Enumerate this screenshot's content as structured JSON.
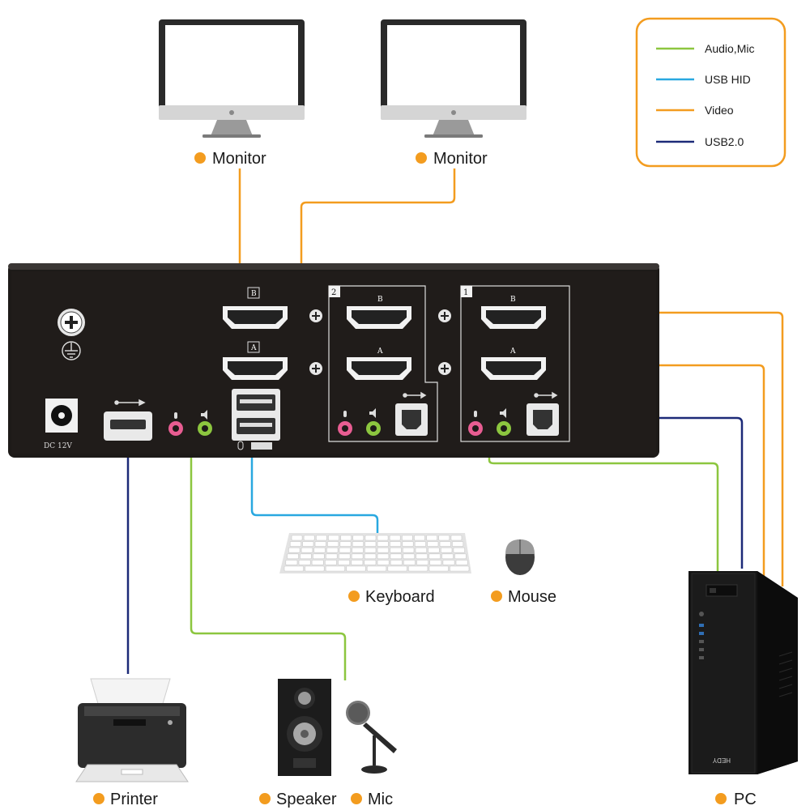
{
  "colors": {
    "audio_mic": "#8cc63f",
    "usb_hid": "#29a8e0",
    "video": "#f39c1f",
    "usb2": "#1c2a78",
    "dot": "#f39c1f",
    "panel": "#1d1a18"
  },
  "legend": [
    {
      "label": "Audio,Mic",
      "color": "#8cc63f"
    },
    {
      "label": "USB HID",
      "color": "#29a8e0"
    },
    {
      "label": "Video",
      "color": "#f39c1f"
    },
    {
      "label": "USB2.0",
      "color": "#1c2a78"
    }
  ],
  "devices": {
    "monitor_left": "Monitor",
    "monitor_right": "Monitor",
    "keyboard": "Keyboard",
    "mouse": "Mouse",
    "printer": "Printer",
    "speaker": "Speaker",
    "mic": "Mic",
    "pc": "PC"
  },
  "panel": {
    "power_label": "DC  12V",
    "port_group_2": "2",
    "port_group_1": "1",
    "port_b": "B",
    "port_a": "A",
    "pc_brand": "HEDY"
  },
  "icons": [
    "monitor-icon",
    "keyboard-icon",
    "mouse-icon",
    "printer-icon",
    "speaker-icon",
    "microphone-icon",
    "pc-tower-icon",
    "ground-icon",
    "usb-icon",
    "hdmi-port-icon"
  ]
}
